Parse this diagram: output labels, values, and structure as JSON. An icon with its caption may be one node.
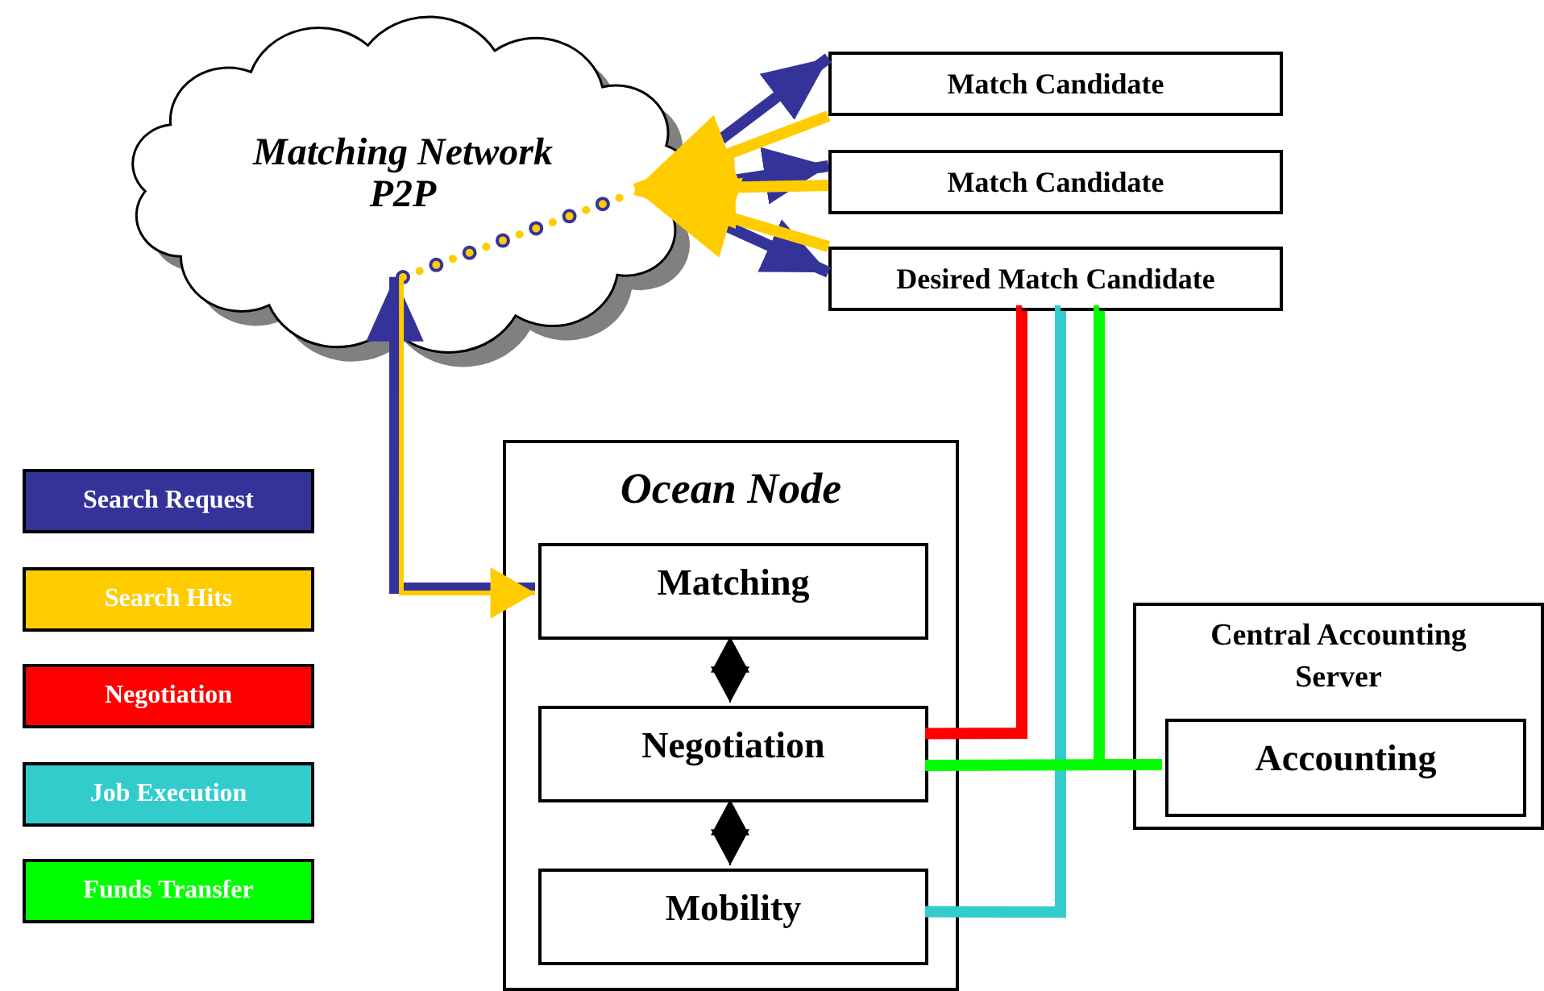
{
  "diagram": {
    "nodes": [
      {
        "text": [
          "Matching Network P2P"
        ]
      },
      {
        "text": [
          "Match Candidate"
        ]
      },
      {
        "text": [
          "Match Candidate"
        ]
      },
      {
        "text": [
          "Desired Match Candidate"
        ]
      },
      {
        "text": [
          "Ocean Node"
        ]
      },
      {
        "text": [
          "Matching"
        ],
        "in": 4
      },
      {
        "text": [
          "Negotiation"
        ],
        "in": 4
      },
      {
        "text": [
          "Mobility"
        ],
        "in": 4
      },
      {
        "text": [
          "Central Accounting Server"
        ]
      },
      {
        "text": [
          "Accounting"
        ],
        "in": 8
      }
    ],
    "edges": [
      {
        "from": 0,
        "to": 1,
        "arrow": "to",
        "color": "#333399"
      },
      {
        "from": 0,
        "to": 2,
        "arrow": "to",
        "color": "#333399"
      },
      {
        "from": 0,
        "to": 3,
        "arrow": "to",
        "color": "#333399"
      },
      {
        "from": 1,
        "to": 0,
        "arrow": "to",
        "color": "#ffcc00"
      },
      {
        "from": 2,
        "to": 0,
        "arrow": "to",
        "color": "#ffcc00"
      },
      {
        "from": 3,
        "to": 0,
        "arrow": "to",
        "color": "#ffcc00"
      },
      {
        "from": 5,
        "to": 0,
        "arrow": "to",
        "color": "#333399"
      },
      {
        "from": 0,
        "to": 5,
        "arrow": "to",
        "color": "#ffcc00"
      },
      {
        "from": 5,
        "to": 6,
        "arrow": "both",
        "color": "#000000"
      },
      {
        "from": 6,
        "to": 7,
        "arrow": "both",
        "color": "#000000"
      },
      {
        "from": 6,
        "to": 3,
        "arrow": "none",
        "color": "#ff0000"
      },
      {
        "from": 7,
        "to": 3,
        "arrow": "none",
        "color": "#33cccc"
      },
      {
        "from": 6,
        "to": 9,
        "arrow": "none",
        "color": "#00ff00"
      },
      {
        "from": 3,
        "to": 9,
        "arrow": "none",
        "color": "#00ff00"
      }
    ],
    "legend": [
      {
        "text": "Search Request",
        "color": "#333399"
      },
      {
        "text": "Search Hits",
        "color": "#ffcc00"
      },
      {
        "text": "Negotiation",
        "color": "#ff0000"
      },
      {
        "text": "Job Execution",
        "color": "#33cccc"
      },
      {
        "text": "Funds Transfer",
        "color": "#00ff00"
      }
    ]
  }
}
